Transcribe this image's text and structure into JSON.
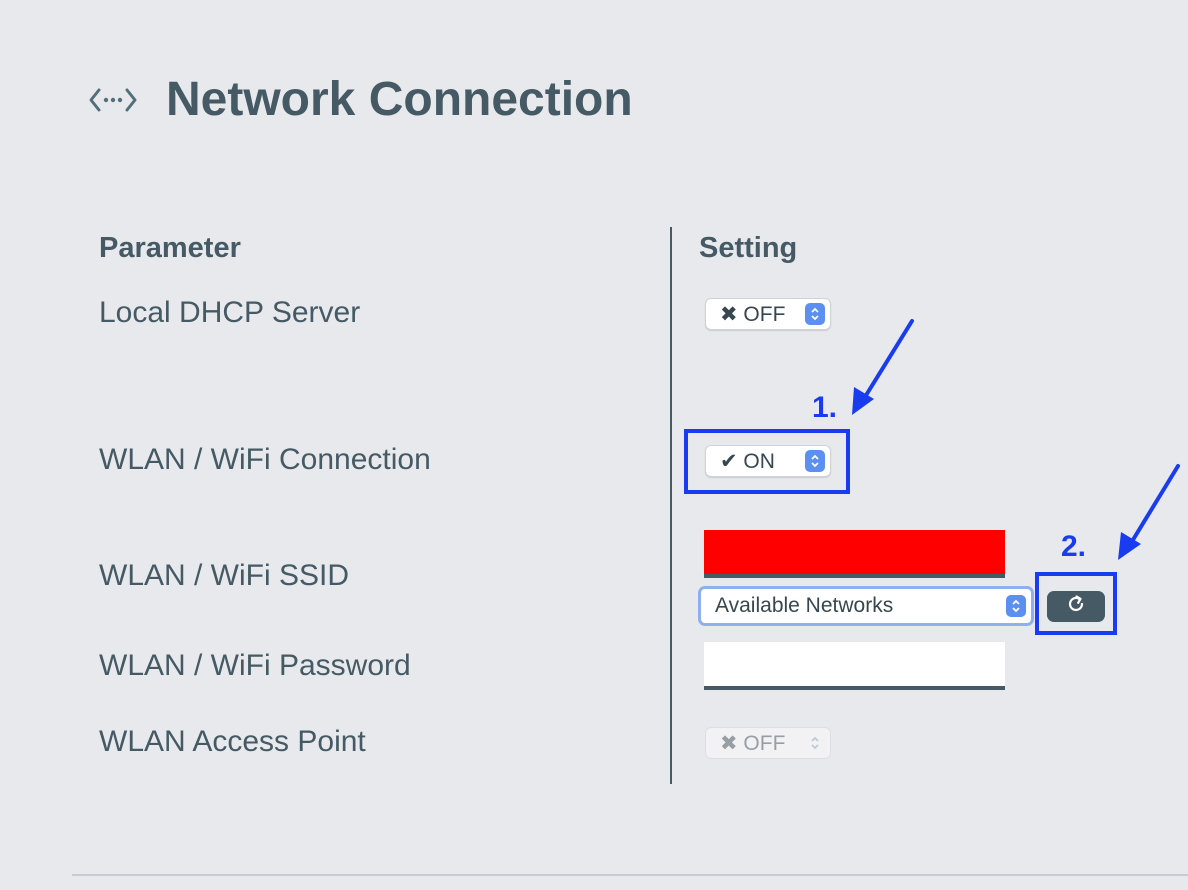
{
  "header": {
    "title": "Network Connection",
    "icon": "network-connection-icon"
  },
  "table": {
    "col_parameter": "Parameter",
    "col_setting": "Setting",
    "rows": [
      {
        "label": "Local DHCP Server",
        "value": "✖ OFF"
      },
      {
        "label": "WLAN / WiFi Connection",
        "value": "✔ ON"
      },
      {
        "label": "WLAN / WiFi SSID",
        "value": ""
      },
      {
        "label": "WLAN / WiFi Password",
        "value": ""
      },
      {
        "label": "WLAN Access Point",
        "value": "✖ OFF"
      }
    ]
  },
  "ssid": {
    "networks_select": "Available Networks",
    "refresh_icon": "refresh-icon"
  },
  "annotations": {
    "step1": "1.",
    "step2": "2.",
    "color": "#1a3cf0"
  },
  "colors": {
    "background": "#e8e9ed",
    "text": "#455a64",
    "accent": "#5b8ff0",
    "ssid_redacted": "#ff0000"
  }
}
